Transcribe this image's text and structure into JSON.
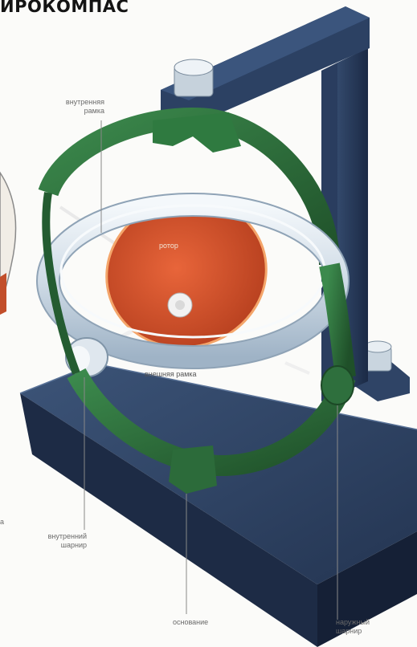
{
  "title": "ИРОКОМПАС",
  "labels": {
    "inner_frame_line1": "внутренняя",
    "inner_frame_line2": "рамка",
    "rotor": "ротор",
    "outer_frame": "внешняя рамка",
    "left_edge_fragment": "а",
    "inner_hinge_line1": "внутренний",
    "inner_hinge_line2": "шарнир",
    "base": "основание",
    "outer_hinge_line1": "наружный",
    "outer_hinge_line2": "шарнир"
  },
  "colors": {
    "stand": "#26395c",
    "gimbal_green": "#2c6b3a",
    "rotor": "#d8542e",
    "ring": "#dfe8f0",
    "background": "#fbfbf9"
  }
}
